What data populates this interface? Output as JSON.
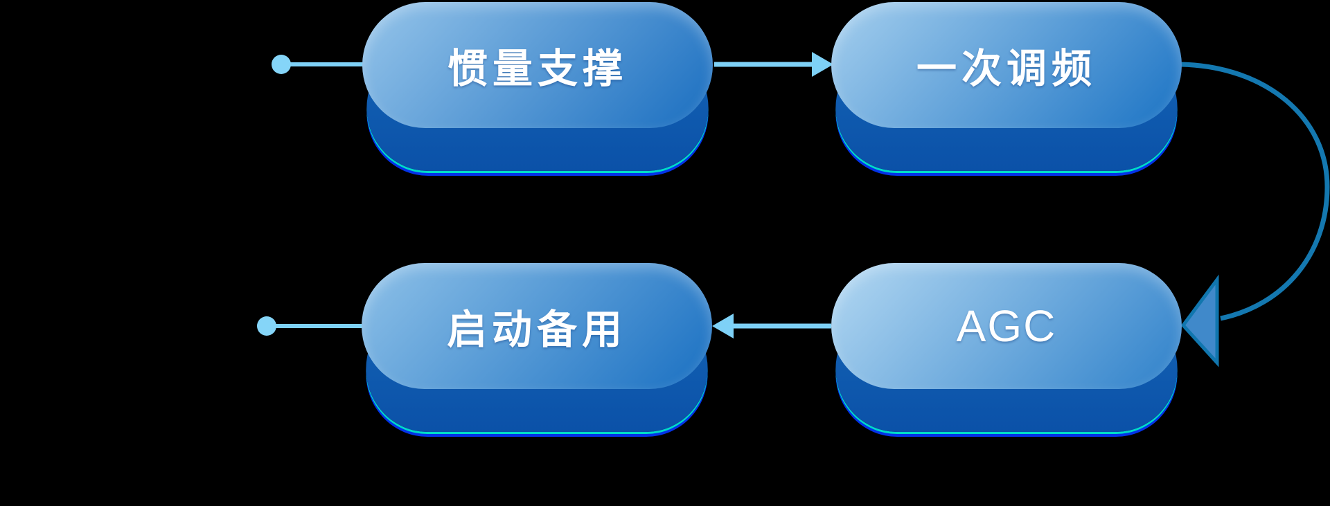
{
  "diagram": {
    "background": "#000000",
    "nodes": [
      {
        "id": "inertia-support",
        "label": "惯量支撑",
        "gradient_start": "#96c5ea",
        "gradient_end": "#1a6ec0"
      },
      {
        "id": "primary-frequency-regulation",
        "label": "一次调频",
        "gradient_start": "#a5cfee",
        "gradient_end": "#1b73c4"
      },
      {
        "id": "agc",
        "label": "AGC",
        "gradient_start": "#b3d8f2",
        "gradient_end": "#2f81ca"
      },
      {
        "id": "startup-reserve",
        "label": "启动备用",
        "gradient_start": "#8ec1e8",
        "gradient_end": "#1a70c2"
      }
    ],
    "edges": [
      {
        "from": "start-top",
        "to": "inertia-support",
        "style": "dot-line"
      },
      {
        "from": "inertia-support",
        "to": "primary-frequency-regulation",
        "style": "straight-arrow-right"
      },
      {
        "from": "primary-frequency-regulation",
        "to": "agc",
        "style": "curved-arrow-right-side"
      },
      {
        "from": "agc",
        "to": "startup-reserve",
        "style": "straight-arrow-left"
      },
      {
        "from": "start-bottom",
        "to": "startup-reserve",
        "style": "dot-line"
      }
    ],
    "colors": {
      "connector_light": "#7ed1f7",
      "dot_fill": "#85d5f8",
      "arc_stroke": "#1478b0",
      "arc_arrowhead_fill": "#4089ca",
      "arc_arrowhead_stroke": "#1176ae",
      "node_text": "#ffffff",
      "shadow_top": "#1464b5",
      "shadow_bottom": "#0b51a8",
      "rim_cyan": "#00dcc8",
      "rim_blue": "#0433e8"
    }
  }
}
